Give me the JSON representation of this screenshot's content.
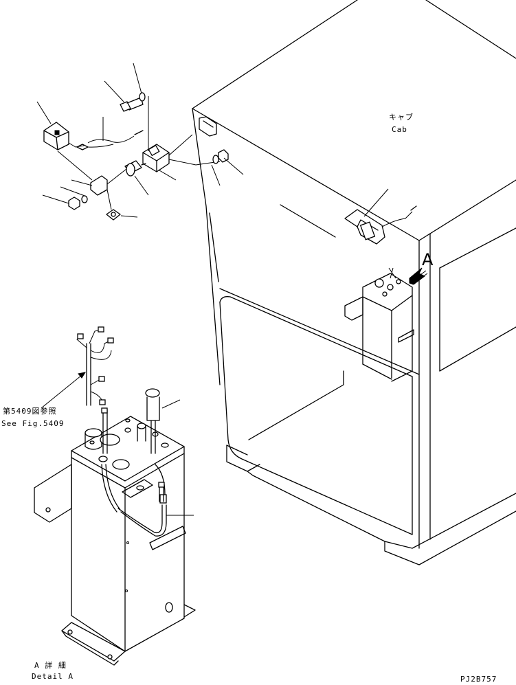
{
  "labels": {
    "cab_ja": "キャブ",
    "cab_en": "Cab",
    "view_a": "A",
    "ref_ja": "第5409図参照",
    "ref_en": "See Fig.5409",
    "detail_ja": "A 詳 細",
    "detail_en": "Detail A",
    "drawing_no": "PJ2B757"
  }
}
